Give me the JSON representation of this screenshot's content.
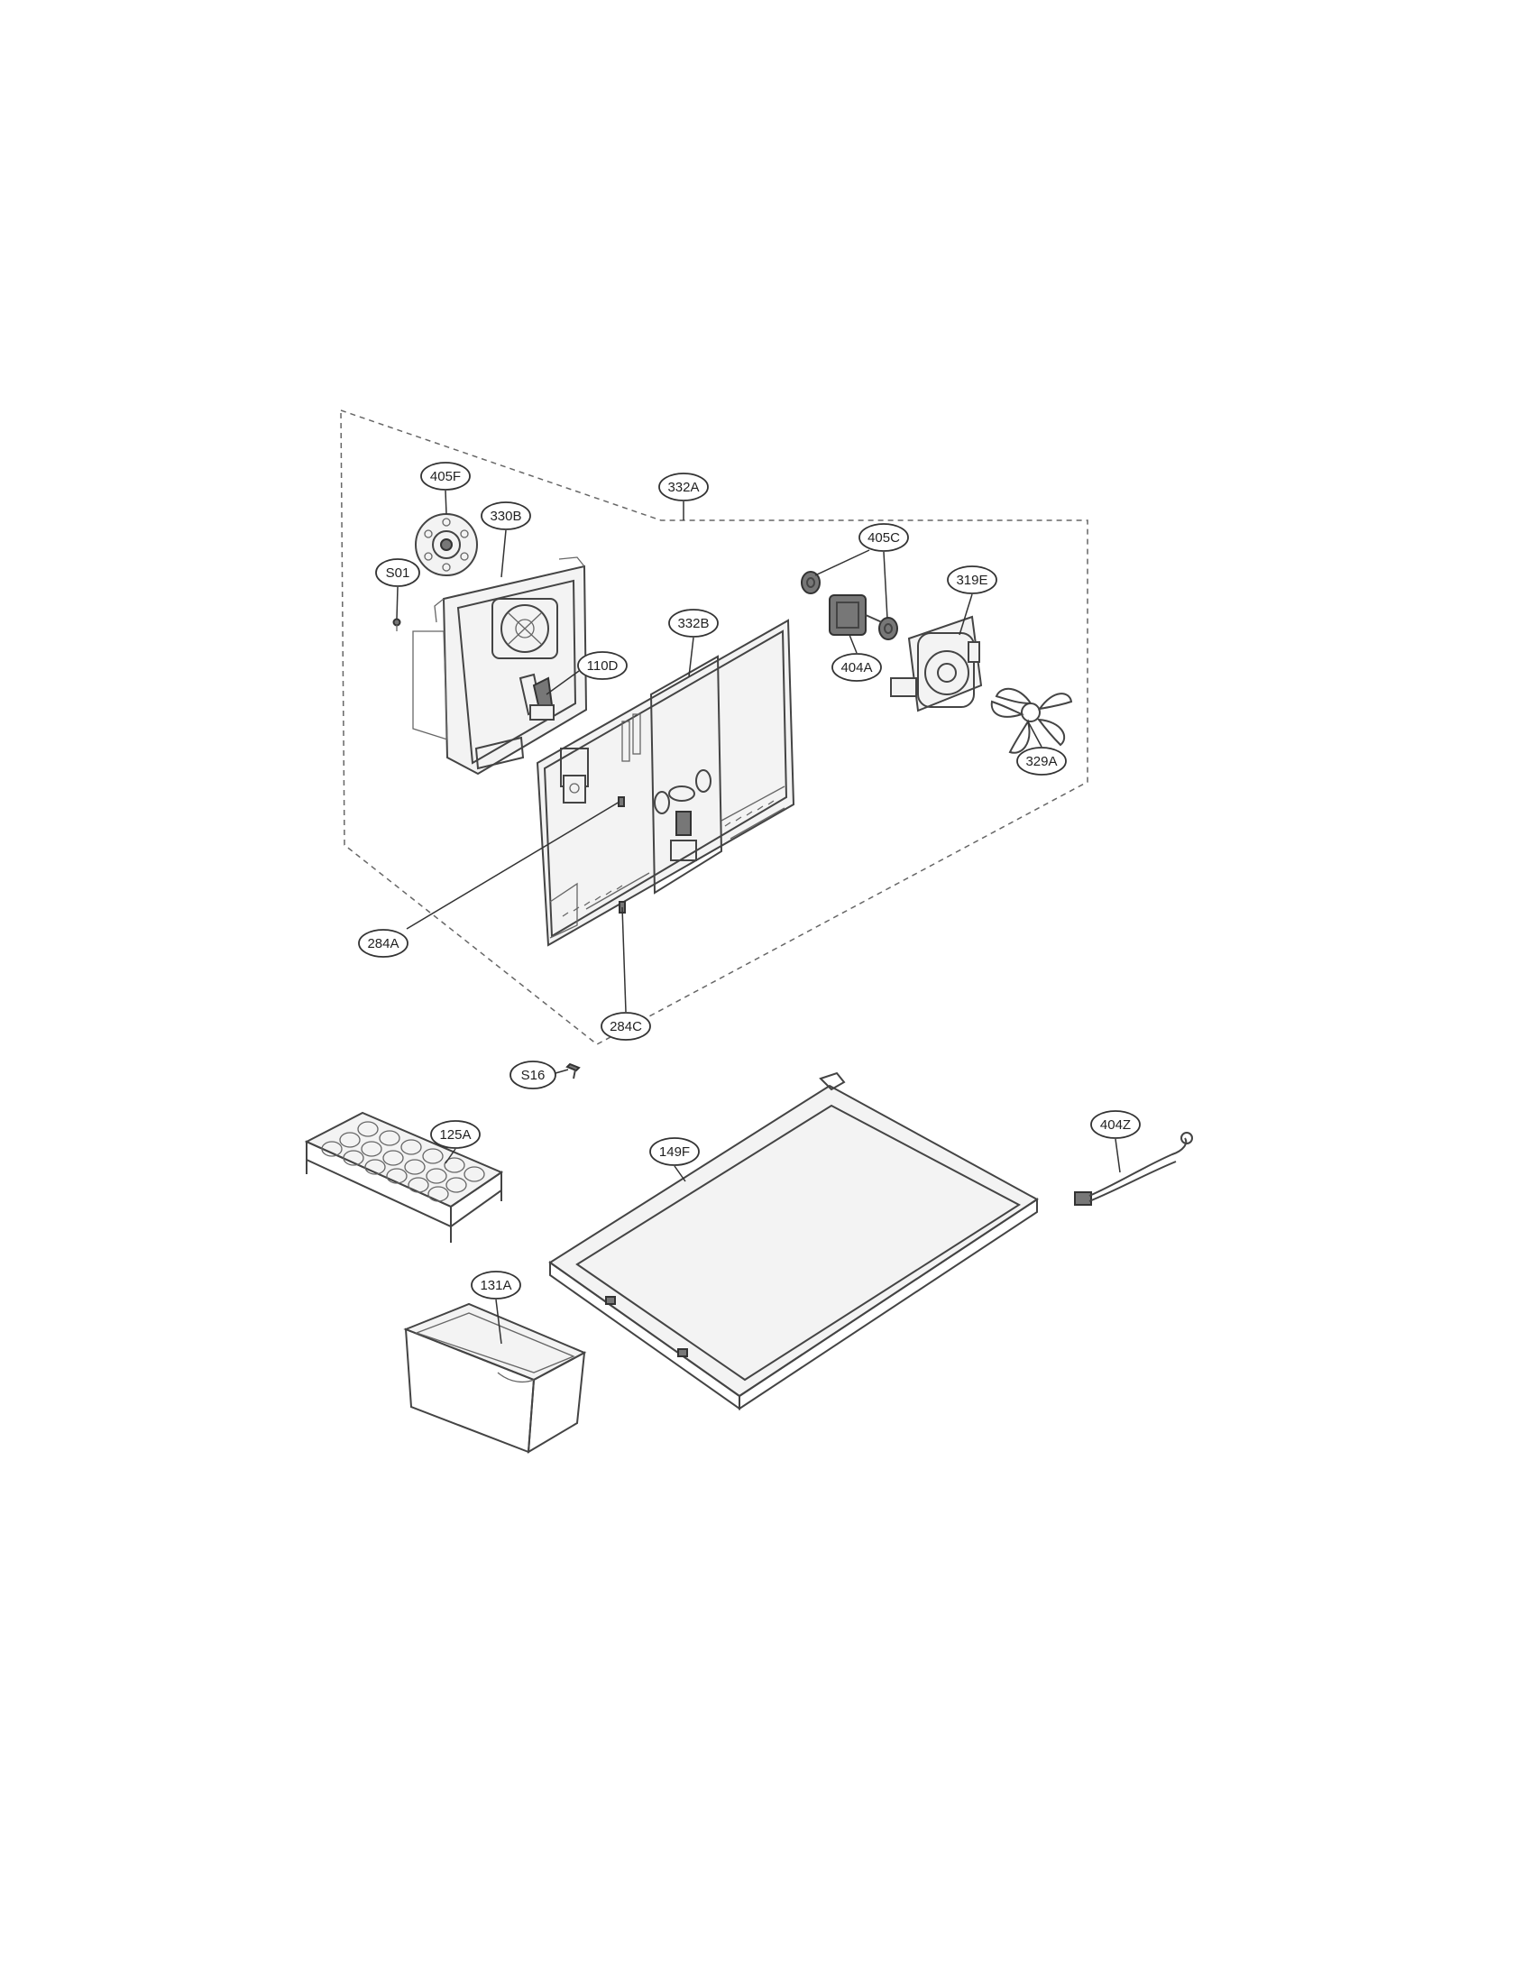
{
  "callouts": {
    "c405F": "405F",
    "c330B": "330B",
    "cS01": "S01",
    "c110D": "110D",
    "c332A": "332A",
    "c332B": "332B",
    "c405C": "405C",
    "c319E": "319E",
    "c404A": "404A",
    "c329A": "329A",
    "c284A": "284A",
    "c284C": "284C",
    "cS16": "S16",
    "c125A": "125A",
    "c149F": "149F",
    "c404Z": "404Z",
    "c131A": "131A"
  }
}
